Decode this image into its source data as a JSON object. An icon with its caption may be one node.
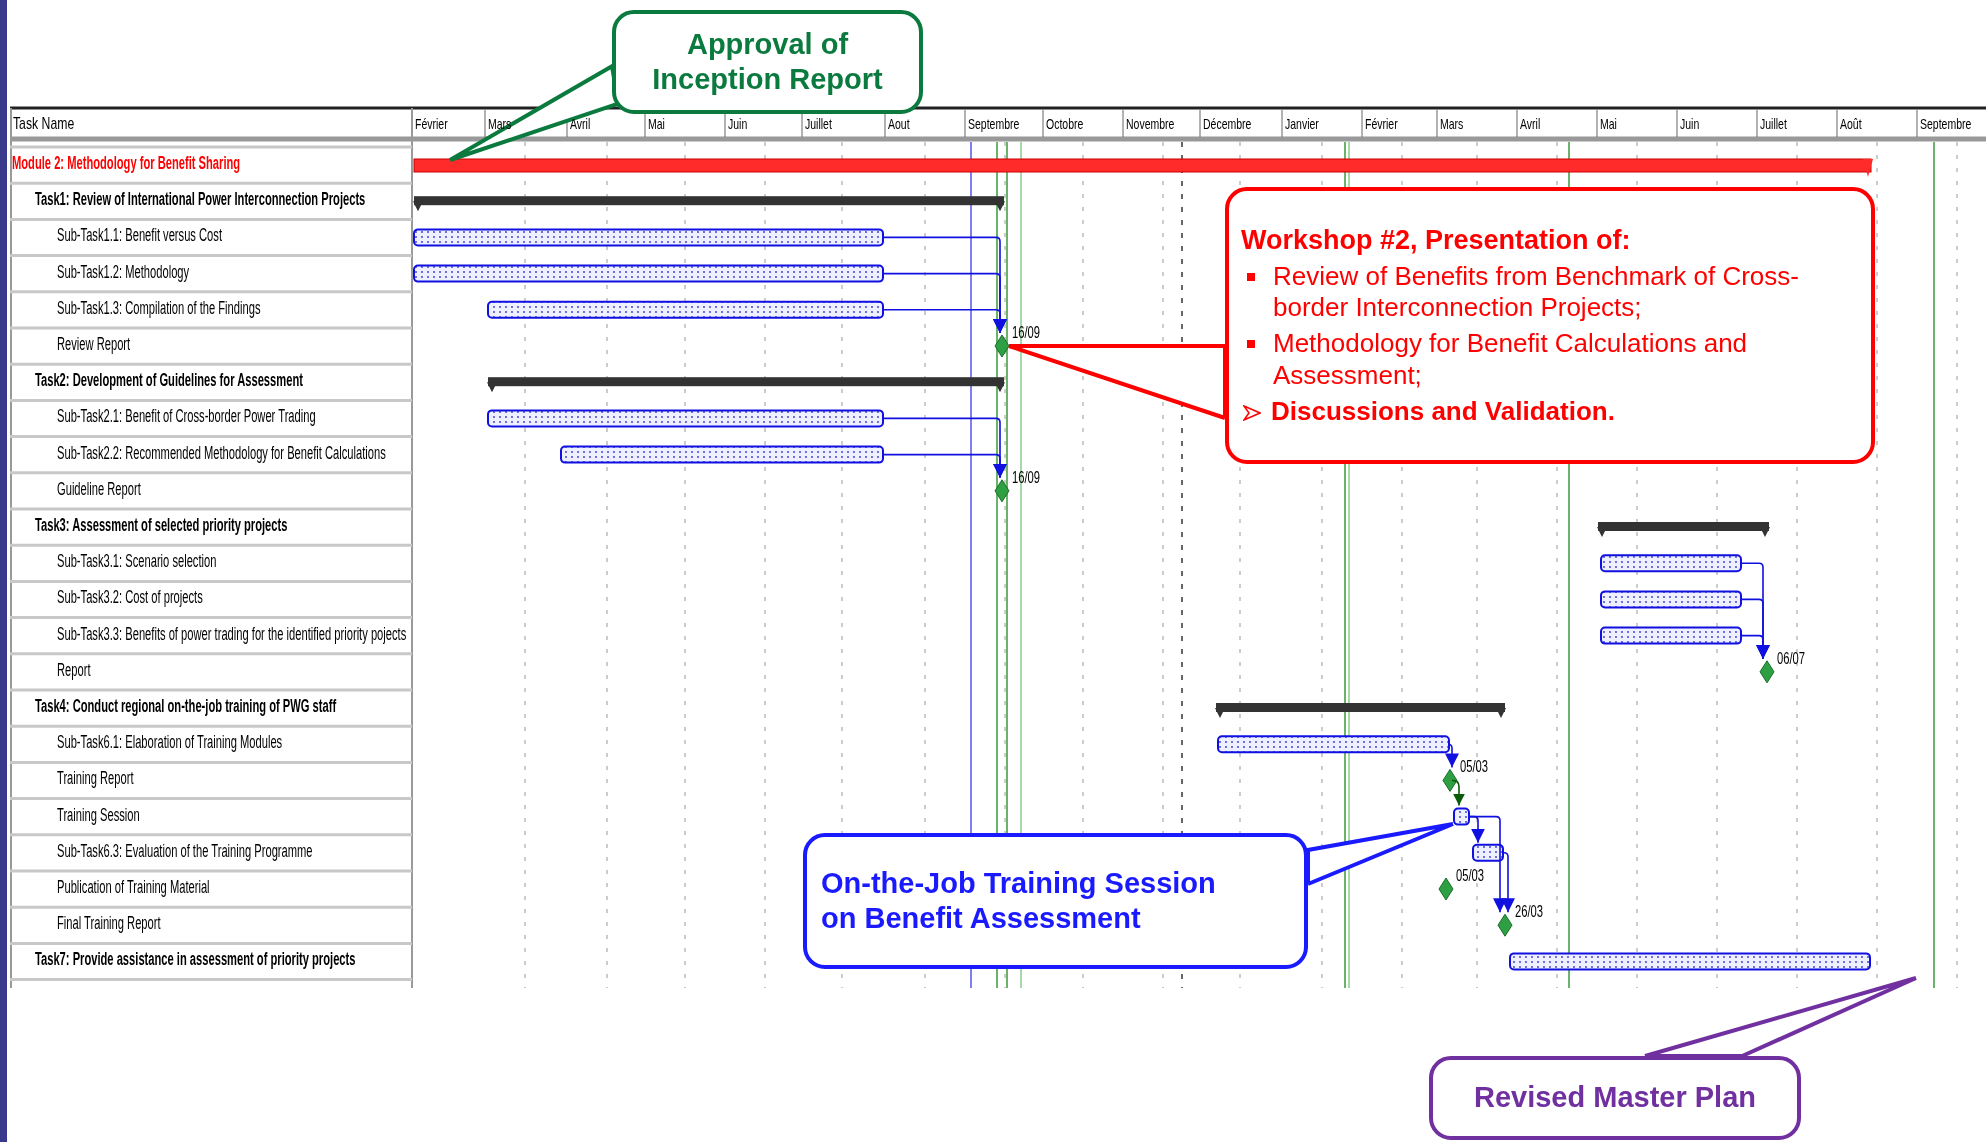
{
  "diagram": {
    "nodes": [
      {
        "text": [
          "Approval of Inception Report"
        ]
      },
      {
        "text": [
          "Workshop #2, Presentation of:",
          "Review of Benefits from Benchmark of Cross-border Interconnection Projects;",
          "Methodology for Benefit Calculations and Assessment;",
          "Discussions and Validation."
        ]
      },
      {
        "text": [
          "On-the-Job Training Session on Benefit Assessment"
        ]
      },
      {
        "text": [
          "Revised Master Plan"
        ]
      },
      {
        "text": [],
        "shape": "diamond"
      }
    ],
    "edges": [
      {
        "from": 0,
        "to": null,
        "arrow": "none",
        "color": "#0b7a3e"
      },
      {
        "from": 1,
        "to": 4,
        "arrow": "none",
        "color": "#ff0000"
      },
      {
        "from": 2,
        "to": null,
        "arrow": "none",
        "color": "#1a1aff"
      },
      {
        "from": 3,
        "to": null,
        "arrow": "none",
        "color": "#7030a0"
      }
    ],
    "labels": [
      "Task Name",
      "Février",
      "Mars",
      "Avril",
      "Mai",
      "Juin",
      "Juillet",
      "Aout",
      "Septembre",
      "Octobre",
      "Novembre",
      "Décembre",
      "Janvier",
      "Février",
      "Mars",
      "Avril",
      "Mai",
      "Juin",
      "Juillet",
      "Août",
      "Septembre",
      "Module 2: Methodology for Benefit Sharing",
      "Task1: Review of International Power Interconnection Projects",
      "Sub-Task1.1: Benefit versus Cost",
      "Sub-Task1.2: Methodology",
      "Sub-Task1.3: Compilation of the Findings",
      "Review Report",
      "Task2: Development of Guidelines for Assessment",
      "Sub-Task2.1: Benefit of Cross-border Power Trading",
      "Sub-Task2.2: Recommended Methodology for Benefit Calculations",
      "Guideline Report",
      "Task3: Assessment of selected priority projects",
      "Sub-Task3.1: Scenario selection",
      "Sub-Task3.2: Cost of projects",
      "Sub-Task3.3: Benefits of power trading for the identified priority pojects",
      "Report",
      "Task4: Conduct regional on-the-job training of PWG staff",
      "Sub-Task6.1: Elaboration of Training Modules",
      "Training Report",
      "Training Session",
      "Sub-Task6.3: Evaluation of the Training Programme",
      "Publication of Training Material",
      "Final Training Report",
      "Task7: Provide assistance in assessment of priority projects",
      "16/09",
      "16/09",
      "06/07",
      "05/03",
      "05/03",
      "26/03"
    ]
  }
}
